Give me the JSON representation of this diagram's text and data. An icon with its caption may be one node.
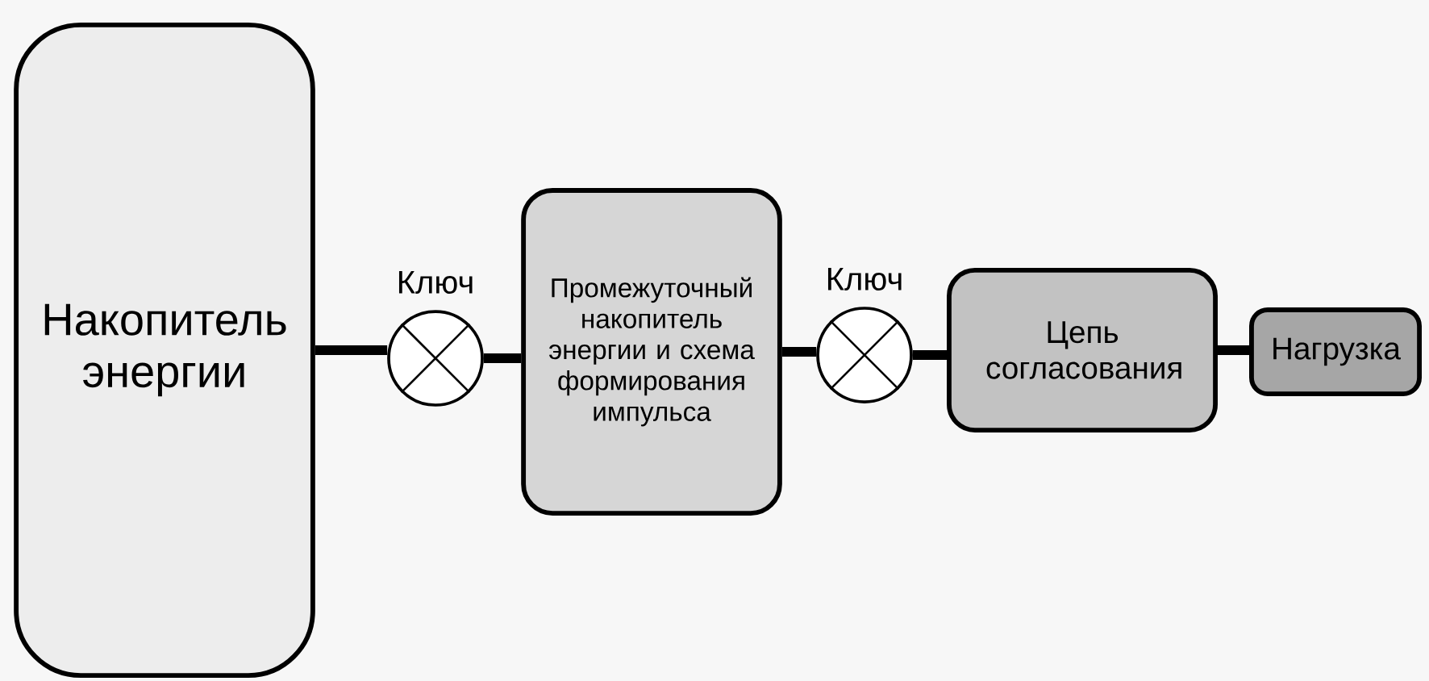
{
  "diagram": {
    "nodes": [
      {
        "text": [
          "Накопитель энергии"
        ]
      },
      {
        "text": [],
        "shape": "circle",
        "beside": [
          "Ключ"
        ]
      },
      {
        "text": [
          "Промежуточный накопитель энергии и схема формирования импульса"
        ]
      },
      {
        "text": [],
        "shape": "circle",
        "beside": [
          "Ключ"
        ]
      },
      {
        "text": [
          "Цепь согласования"
        ]
      },
      {
        "text": [
          "Нагрузка"
        ]
      }
    ],
    "edges": [
      {
        "from": 0,
        "to": 1,
        "arrow": "none"
      },
      {
        "from": 1,
        "to": 2,
        "arrow": "none"
      },
      {
        "from": 2,
        "to": 3,
        "arrow": "none"
      },
      {
        "from": 3,
        "to": 4,
        "arrow": "none"
      },
      {
        "from": 4,
        "to": 5,
        "arrow": "none"
      }
    ]
  }
}
